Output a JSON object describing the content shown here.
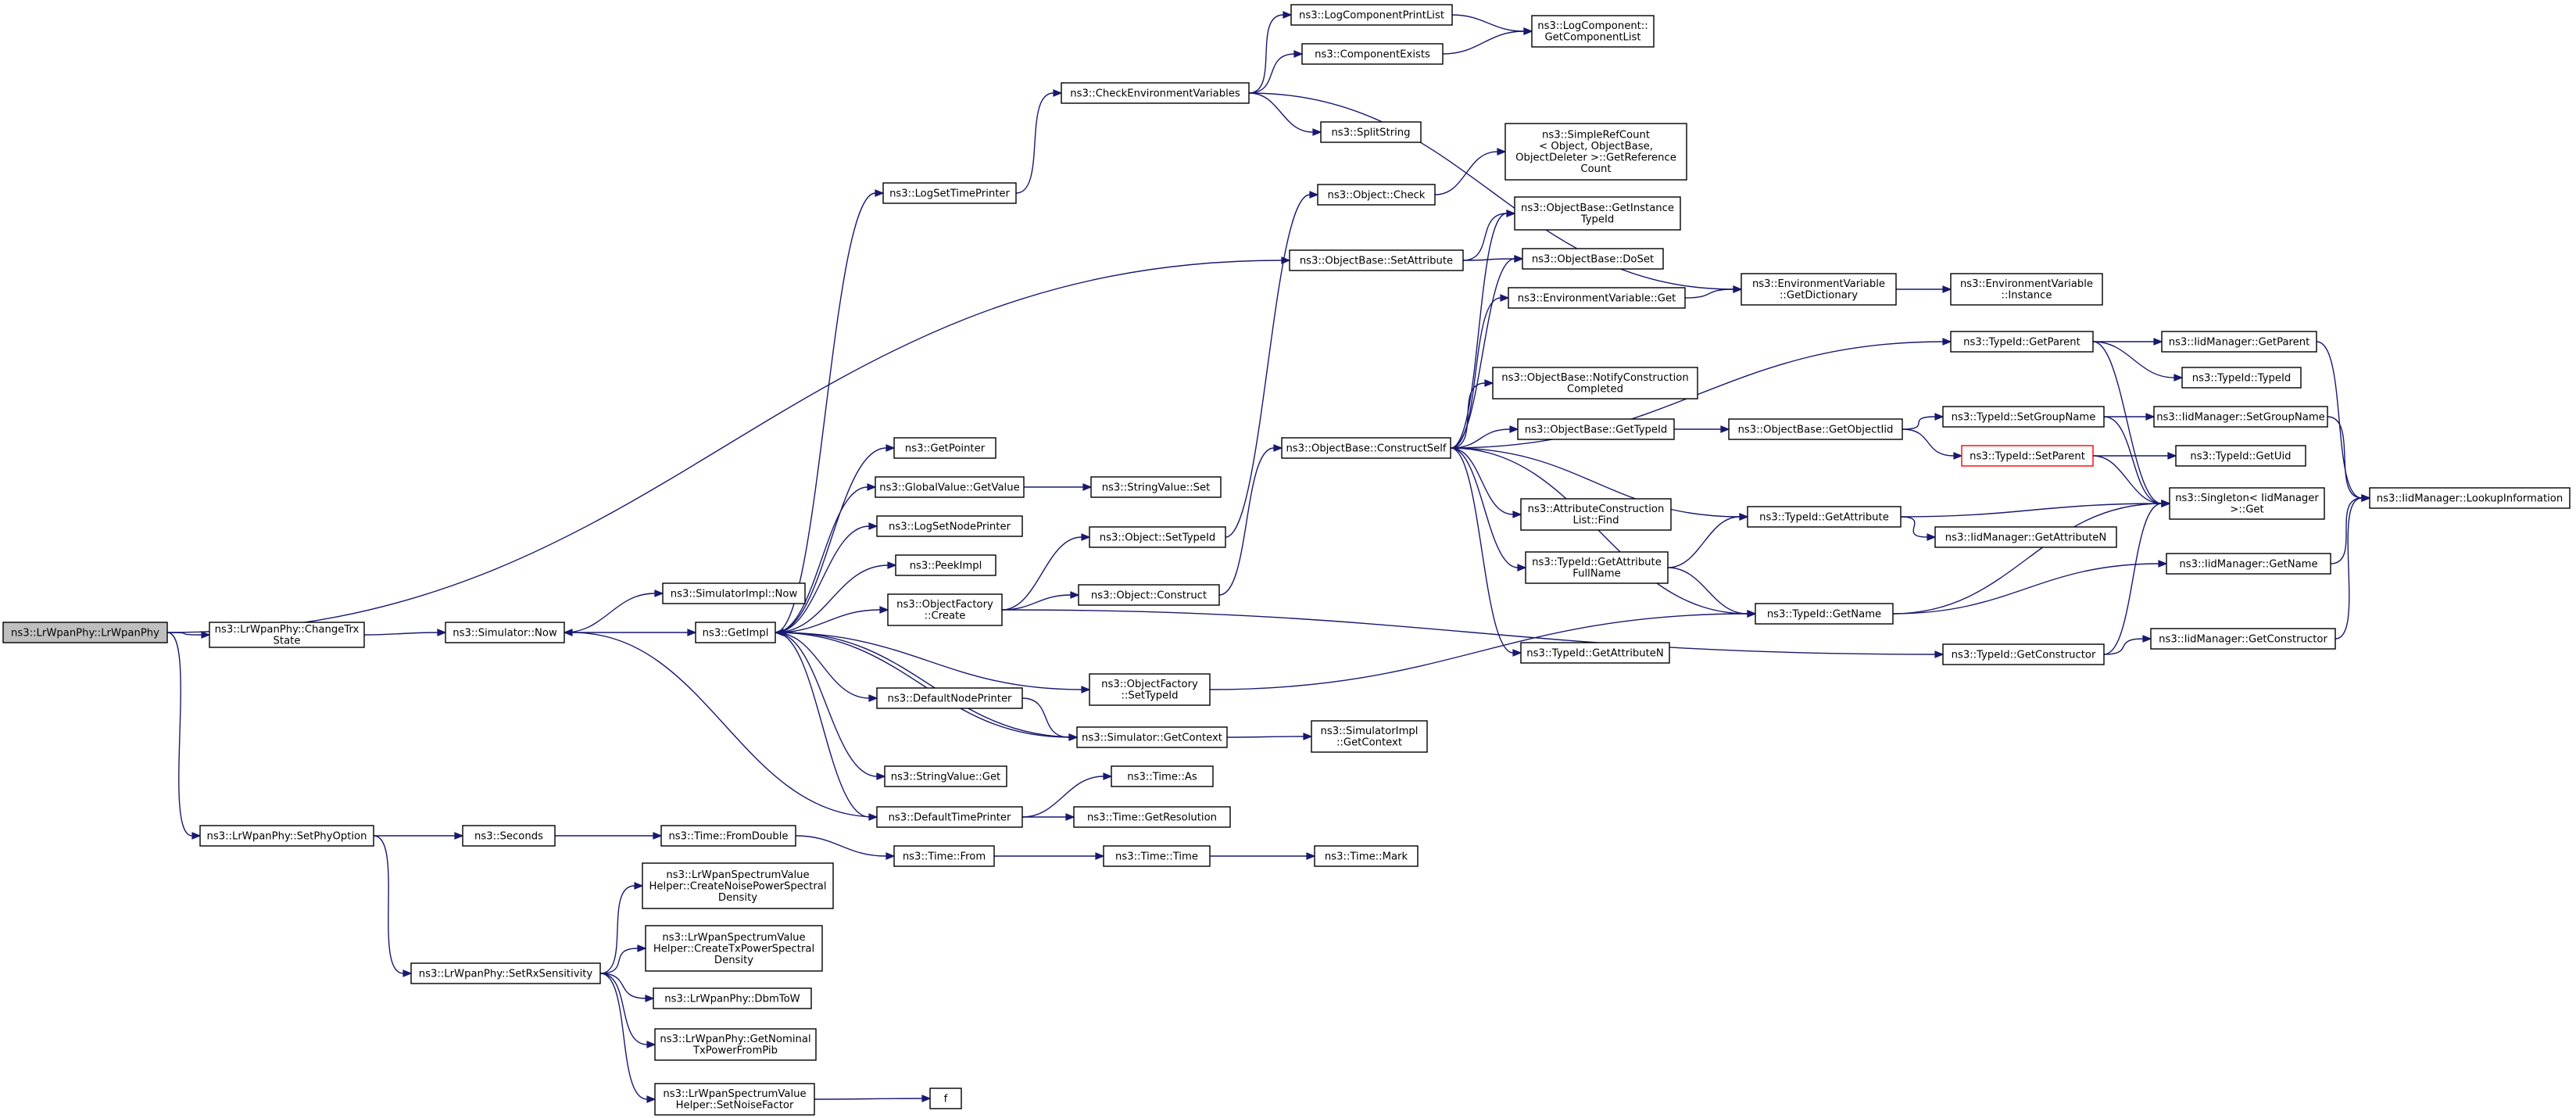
{
  "colors": {
    "edge": "#191970",
    "node_border": "#000000",
    "root_fill": "#bfbfbf",
    "highlight_border": "#ff0000",
    "background": "#ffffff"
  },
  "nodes": [
    {
      "id": "lrwpanphy",
      "lines": [
        "ns3::LrWpanPhy::LrWpanPhy"
      ],
      "style": "root"
    },
    {
      "id": "changetrx",
      "lines": [
        "ns3::LrWpanPhy::ChangeTrx",
        "State"
      ]
    },
    {
      "id": "setphyoption",
      "lines": [
        "ns3::LrWpanPhy::SetPhyOption"
      ]
    },
    {
      "id": "simnow",
      "lines": [
        "ns3::Simulator::Now"
      ]
    },
    {
      "id": "simimplnow",
      "lines": [
        "ns3::SimulatorImpl::Now"
      ]
    },
    {
      "id": "getimpl",
      "lines": [
        "ns3::GetImpl"
      ]
    },
    {
      "id": "logsettimeprinter",
      "lines": [
        "ns3::LogSetTimePrinter"
      ]
    },
    {
      "id": "checkenv",
      "lines": [
        "ns3::CheckEnvironmentVariables"
      ]
    },
    {
      "id": "logcompprintlist",
      "lines": [
        "ns3::LogComponentPrintList"
      ]
    },
    {
      "id": "compexists",
      "lines": [
        "ns3::ComponentExists"
      ]
    },
    {
      "id": "getcomplist",
      "lines": [
        "ns3::LogComponent::",
        "GetComponentList"
      ]
    },
    {
      "id": "splitstring",
      "lines": [
        "ns3::SplitString"
      ]
    },
    {
      "id": "envgetdict",
      "lines": [
        "ns3::EnvironmentVariable",
        "::GetDictionary"
      ]
    },
    {
      "id": "envinstance",
      "lines": [
        "ns3::EnvironmentVariable",
        "::Instance"
      ]
    },
    {
      "id": "getpointer",
      "lines": [
        "ns3::GetPointer"
      ]
    },
    {
      "id": "gvgetvalue",
      "lines": [
        "ns3::GlobalValue::GetValue"
      ]
    },
    {
      "id": "strvalset",
      "lines": [
        "ns3::StringValue::Set"
      ]
    },
    {
      "id": "logsetnodeprinter",
      "lines": [
        "ns3::LogSetNodePrinter"
      ]
    },
    {
      "id": "peekimpl",
      "lines": [
        "ns3::PeekImpl"
      ]
    },
    {
      "id": "ofcreate",
      "lines": [
        "ns3::ObjectFactory",
        "::Create"
      ]
    },
    {
      "id": "objsettypeid",
      "lines": [
        "ns3::Object::SetTypeId"
      ]
    },
    {
      "id": "objconstruct",
      "lines": [
        "ns3::Object::Construct"
      ]
    },
    {
      "id": "objcheck",
      "lines": [
        "ns3::Object::Check"
      ]
    },
    {
      "id": "simplerefcount",
      "lines": [
        "ns3::SimpleRefCount",
        "< Object, ObjectBase,",
        "ObjectDeleter >::GetReference",
        "Count"
      ]
    },
    {
      "id": "obsetattribute",
      "lines": [
        "ns3::ObjectBase::SetAttribute"
      ]
    },
    {
      "id": "obgetinstancetid",
      "lines": [
        "ns3::ObjectBase::GetInstance",
        "TypeId"
      ]
    },
    {
      "id": "obdoset",
      "lines": [
        "ns3::ObjectBase::DoSet"
      ]
    },
    {
      "id": "envget",
      "lines": [
        "ns3::EnvironmentVariable::Get"
      ]
    },
    {
      "id": "obconstructself",
      "lines": [
        "ns3::ObjectBase::ConstructSelf"
      ]
    },
    {
      "id": "obnotify",
      "lines": [
        "ns3::ObjectBase::NotifyConstruction",
        "Completed"
      ]
    },
    {
      "id": "obgettypeid",
      "lines": [
        "ns3::ObjectBase::GetTypeId"
      ]
    },
    {
      "id": "obgetobjectiid",
      "lines": [
        "ns3::ObjectBase::GetObjectIid"
      ]
    },
    {
      "id": "tidgetparent",
      "lines": [
        "ns3::TypeId::GetParent"
      ]
    },
    {
      "id": "iidgetparent",
      "lines": [
        "ns3::IidManager::GetParent"
      ]
    },
    {
      "id": "tidtypeid",
      "lines": [
        "ns3::TypeId::TypeId"
      ]
    },
    {
      "id": "tidsetgroupname",
      "lines": [
        "ns3::TypeId::SetGroupName"
      ]
    },
    {
      "id": "iidsetgroupname",
      "lines": [
        "ns3::IidManager::SetGroupName"
      ]
    },
    {
      "id": "tidsetparent",
      "lines": [
        "ns3::TypeId::SetParent"
      ],
      "style": "red"
    },
    {
      "id": "tidgetuid",
      "lines": [
        "ns3::TypeId::GetUid"
      ]
    },
    {
      "id": "singletonget",
      "lines": [
        "ns3::Singleton< IidManager",
        ">::Get"
      ]
    },
    {
      "id": "lookupinfo",
      "lines": [
        "ns3::IidManager::LookupInformation"
      ]
    },
    {
      "id": "attrconslistfind",
      "lines": [
        "ns3::AttributeConstruction",
        "List::Find"
      ]
    },
    {
      "id": "tidgetattribute",
      "lines": [
        "ns3::TypeId::GetAttribute"
      ]
    },
    {
      "id": "iidgetattributen",
      "lines": [
        "ns3::IidManager::GetAttributeN"
      ]
    },
    {
      "id": "tidgetattrfullname",
      "lines": [
        "ns3::TypeId::GetAttribute",
        "FullName"
      ]
    },
    {
      "id": "tidgetname",
      "lines": [
        "ns3::TypeId::GetName"
      ]
    },
    {
      "id": "iidgetname",
      "lines": [
        "ns3::IidManager::GetName"
      ]
    },
    {
      "id": "tidgetattributen",
      "lines": [
        "ns3::TypeId::GetAttributeN"
      ]
    },
    {
      "id": "tidgetconstructor",
      "lines": [
        "ns3::TypeId::GetConstructor"
      ]
    },
    {
      "id": "iidgetconstructor",
      "lines": [
        "ns3::IidManager::GetConstructor"
      ]
    },
    {
      "id": "ofsettypeid",
      "lines": [
        "ns3::ObjectFactory",
        "::SetTypeId"
      ]
    },
    {
      "id": "defaultnodeprinter",
      "lines": [
        "ns3::DefaultNodePrinter"
      ]
    },
    {
      "id": "simgetcontext",
      "lines": [
        "ns3::Simulator::GetContext"
      ]
    },
    {
      "id": "simimplgetcontext",
      "lines": [
        "ns3::SimulatorImpl",
        "::GetContext"
      ]
    },
    {
      "id": "strvalget",
      "lines": [
        "ns3::StringValue::Get"
      ]
    },
    {
      "id": "defaulttimeprinter",
      "lines": [
        "ns3::DefaultTimePrinter"
      ]
    },
    {
      "id": "timeas",
      "lines": [
        "ns3::Time::As"
      ]
    },
    {
      "id": "timegetres",
      "lines": [
        "ns3::Time::GetResolution"
      ]
    },
    {
      "id": "seconds",
      "lines": [
        "ns3::Seconds"
      ]
    },
    {
      "id": "timefromdouble",
      "lines": [
        "ns3::Time::FromDouble"
      ]
    },
    {
      "id": "timefrom",
      "lines": [
        "ns3::Time::From"
      ]
    },
    {
      "id": "timetime",
      "lines": [
        "ns3::Time::Time"
      ]
    },
    {
      "id": "timemark",
      "lines": [
        "ns3::Time::Mark"
      ]
    },
    {
      "id": "setrxsens",
      "lines": [
        "ns3::LrWpanPhy::SetRxSensitivity"
      ]
    },
    {
      "id": "createnoise",
      "lines": [
        "ns3::LrWpanSpectrumValue",
        "Helper::CreateNoisePowerSpectral",
        "Density"
      ]
    },
    {
      "id": "createtx",
      "lines": [
        "ns3::LrWpanSpectrumValue",
        "Helper::CreateTxPowerSpectral",
        "Density"
      ]
    },
    {
      "id": "dbmtow",
      "lines": [
        "ns3::LrWpanPhy::DbmToW"
      ]
    },
    {
      "id": "getnominaltx",
      "lines": [
        "ns3::LrWpanPhy::GetNominal",
        "TxPowerFromPib"
      ]
    },
    {
      "id": "setnoisefactor",
      "lines": [
        "ns3::LrWpanSpectrumValue",
        "Helper::SetNoiseFactor"
      ]
    },
    {
      "id": "f",
      "lines": [
        "f"
      ]
    }
  ],
  "edges": [
    [
      "lrwpanphy",
      "changetrx"
    ],
    [
      "lrwpanphy",
      "obsetattribute"
    ],
    [
      "lrwpanphy",
      "setphyoption"
    ],
    [
      "changetrx",
      "simnow"
    ],
    [
      "simnow",
      "simimplnow"
    ],
    [
      "simnow",
      "getimpl"
    ],
    [
      "getimpl",
      "logsettimeprinter"
    ],
    [
      "getimpl",
      "getpointer"
    ],
    [
      "getimpl",
      "gvgetvalue"
    ],
    [
      "getimpl",
      "logsetnodeprinter"
    ],
    [
      "getimpl",
      "peekimpl"
    ],
    [
      "getimpl",
      "ofcreate"
    ],
    [
      "getimpl",
      "ofsettypeid"
    ],
    [
      "getimpl",
      "defaultnodeprinter"
    ],
    [
      "getimpl",
      "simgetcontext"
    ],
    [
      "getimpl",
      "strvalget"
    ],
    [
      "getimpl",
      "defaulttimeprinter"
    ],
    [
      "logsettimeprinter",
      "checkenv"
    ],
    [
      "checkenv",
      "logcompprintlist"
    ],
    [
      "checkenv",
      "compexists"
    ],
    [
      "checkenv",
      "splitstring"
    ],
    [
      "checkenv",
      "envgetdict"
    ],
    [
      "logcompprintlist",
      "getcomplist"
    ],
    [
      "compexists",
      "getcomplist"
    ],
    [
      "gvgetvalue",
      "strvalset"
    ],
    [
      "ofcreate",
      "objsettypeid"
    ],
    [
      "ofcreate",
      "objconstruct"
    ],
    [
      "ofcreate",
      "tidgetconstructor"
    ],
    [
      "objsettypeid",
      "objcheck"
    ],
    [
      "objcheck",
      "simplerefcount"
    ],
    [
      "objconstruct",
      "obconstructself"
    ],
    [
      "obsetattribute",
      "obgetinstancetid"
    ],
    [
      "obsetattribute",
      "obdoset"
    ],
    [
      "obconstructself",
      "obgetinstancetid"
    ],
    [
      "obconstructself",
      "obdoset"
    ],
    [
      "obconstructself",
      "envget"
    ],
    [
      "obconstructself",
      "tidgetparent"
    ],
    [
      "obconstructself",
      "obnotify"
    ],
    [
      "obconstructself",
      "obgettypeid"
    ],
    [
      "obconstructself",
      "tidgetattribute"
    ],
    [
      "obconstructself",
      "attrconslistfind"
    ],
    [
      "obconstructself",
      "tidgetattrfullname"
    ],
    [
      "obconstructself",
      "tidgetname"
    ],
    [
      "obconstructself",
      "tidgetattributen"
    ],
    [
      "envget",
      "envgetdict"
    ],
    [
      "envgetdict",
      "envinstance"
    ],
    [
      "obgettypeid",
      "obgetobjectiid"
    ],
    [
      "obgetobjectiid",
      "tidsetgroupname"
    ],
    [
      "obgetobjectiid",
      "tidsetparent"
    ],
    [
      "tidgetparent",
      "iidgetparent"
    ],
    [
      "tidgetparent",
      "tidtypeid"
    ],
    [
      "tidgetparent",
      "singletonget"
    ],
    [
      "tidsetgroupname",
      "iidsetgroupname"
    ],
    [
      "tidsetgroupname",
      "singletonget"
    ],
    [
      "tidsetparent",
      "tidgetuid"
    ],
    [
      "tidsetparent",
      "singletonget"
    ],
    [
      "tidgetattribute",
      "singletonget"
    ],
    [
      "tidgetattribute",
      "iidgetattributen"
    ],
    [
      "tidgetattrfullname",
      "tidgetattribute"
    ],
    [
      "tidgetattrfullname",
      "tidgetname"
    ],
    [
      "tidgetname",
      "singletonget"
    ],
    [
      "tidgetname",
      "iidgetname"
    ],
    [
      "tidgetconstructor",
      "singletonget"
    ],
    [
      "tidgetconstructor",
      "iidgetconstructor"
    ],
    [
      "iidgetparent",
      "lookupinfo"
    ],
    [
      "iidsetgroupname",
      "lookupinfo"
    ],
    [
      "iidgetname",
      "lookupinfo"
    ],
    [
      "iidgetconstructor",
      "lookupinfo"
    ],
    [
      "ofsettypeid",
      "tidgetname"
    ],
    [
      "defaultnodeprinter",
      "simgetcontext"
    ],
    [
      "simgetcontext",
      "simimplgetcontext"
    ],
    [
      "simgetcontext",
      "getimpl"
    ],
    [
      "defaulttimeprinter",
      "timeas"
    ],
    [
      "defaulttimeprinter",
      "timegetres"
    ],
    [
      "defaulttimeprinter",
      "simnow"
    ],
    [
      "setphyoption",
      "seconds"
    ],
    [
      "setphyoption",
      "setrxsens"
    ],
    [
      "seconds",
      "timefromdouble"
    ],
    [
      "timefromdouble",
      "timefrom"
    ],
    [
      "timefrom",
      "timetime"
    ],
    [
      "timetime",
      "timemark"
    ],
    [
      "setrxsens",
      "createnoise"
    ],
    [
      "setrxsens",
      "createtx"
    ],
    [
      "setrxsens",
      "dbmtow"
    ],
    [
      "setrxsens",
      "getnominaltx"
    ],
    [
      "setrxsens",
      "setnoisefactor"
    ],
    [
      "setnoisefactor",
      "f"
    ]
  ]
}
